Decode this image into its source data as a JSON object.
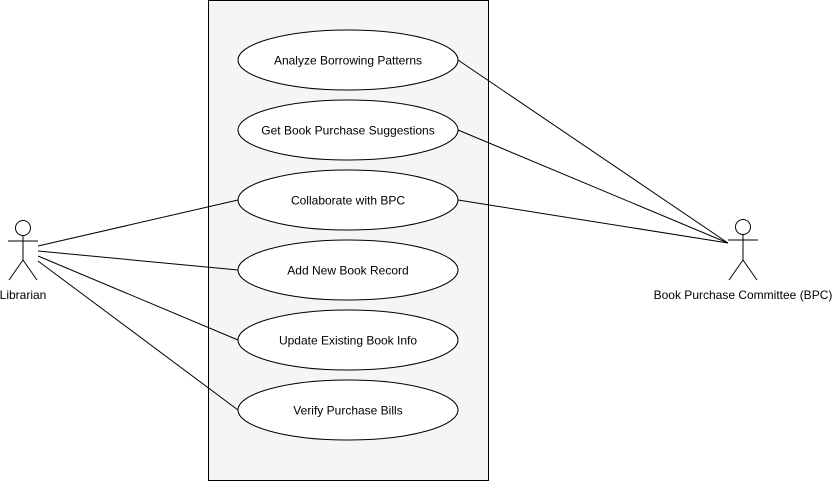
{
  "diagram": {
    "actors": {
      "librarian": {
        "label": "Librarian"
      },
      "bpc": {
        "label": "Book Purchase Committee (BPC)"
      }
    },
    "use_cases": [
      "Analyze Borrowing Patterns",
      "Get Book Purchase Suggestions",
      "Collaborate with BPC",
      "Add New Book Record",
      "Update Existing Book Info",
      "Verify Purchase Bills"
    ],
    "colors": {
      "line": "#000000",
      "system_fill": "#f5f5f5",
      "use_case_fill": "#ffffff"
    }
  }
}
